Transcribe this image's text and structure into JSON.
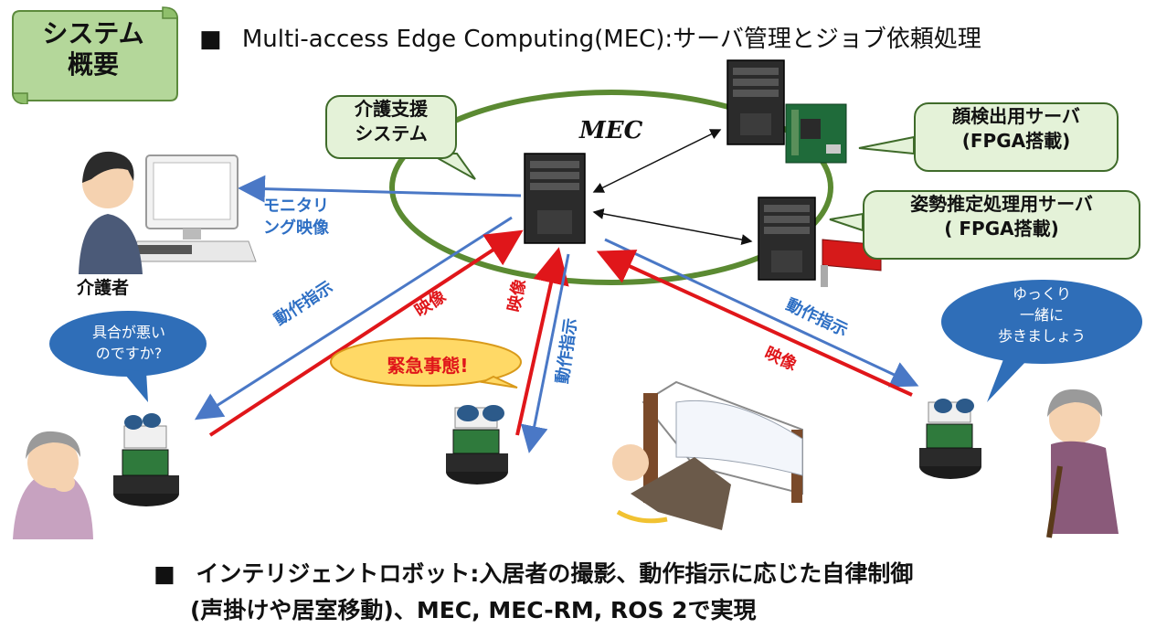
{
  "badge": {
    "line1": "システム",
    "line2": "概要"
  },
  "header": {
    "bullet": "■",
    "text": "Multi-access Edge Computing(MEC):サーバ管理とジョブ依頼処理"
  },
  "mec_label": "MEC",
  "callouts": {
    "care_system": {
      "line1": "介護支援",
      "line2": "システム"
    },
    "face_server": {
      "line1": "顔検出用サーバ",
      "line2": "(FPGA搭載)"
    },
    "pose_server": {
      "line1": "姿勢推定処理用サーバ",
      "line2": "( FPGA搭載)"
    }
  },
  "monitor_label": {
    "line1": "モニタリ",
    "line2": "ング映像"
  },
  "caregiver_label": "介護者",
  "arrows": {
    "left_command": "動作指示",
    "left_video": "映像",
    "mid_video": "映像",
    "mid_command": "動作指示",
    "right_command": "動作指示",
    "right_video": "映像"
  },
  "bubbles": {
    "left": {
      "line1": "具合が悪い",
      "line2": "のですか?"
    },
    "emergency": "緊急事態!",
    "right": {
      "line1": "ゆっくり",
      "line2": "一緒に",
      "line3": "歩きましょう"
    }
  },
  "footer": {
    "bullet": "■",
    "line1": "インテリジェントロボット:入居者の撮影、動作指示に応じた自律制御",
    "line2": "(声掛けや居室移動)、MEC, MEC-RM, ROS 2で実現"
  },
  "colors": {
    "blue_arrow": "#4a78c6",
    "red_arrow": "#e0161a",
    "mec_ring": "#5b8a32",
    "callout_fill": "#e4f2d8",
    "bubble_fill": "#2f6eb8",
    "emergency_fill": "#ffd966"
  }
}
